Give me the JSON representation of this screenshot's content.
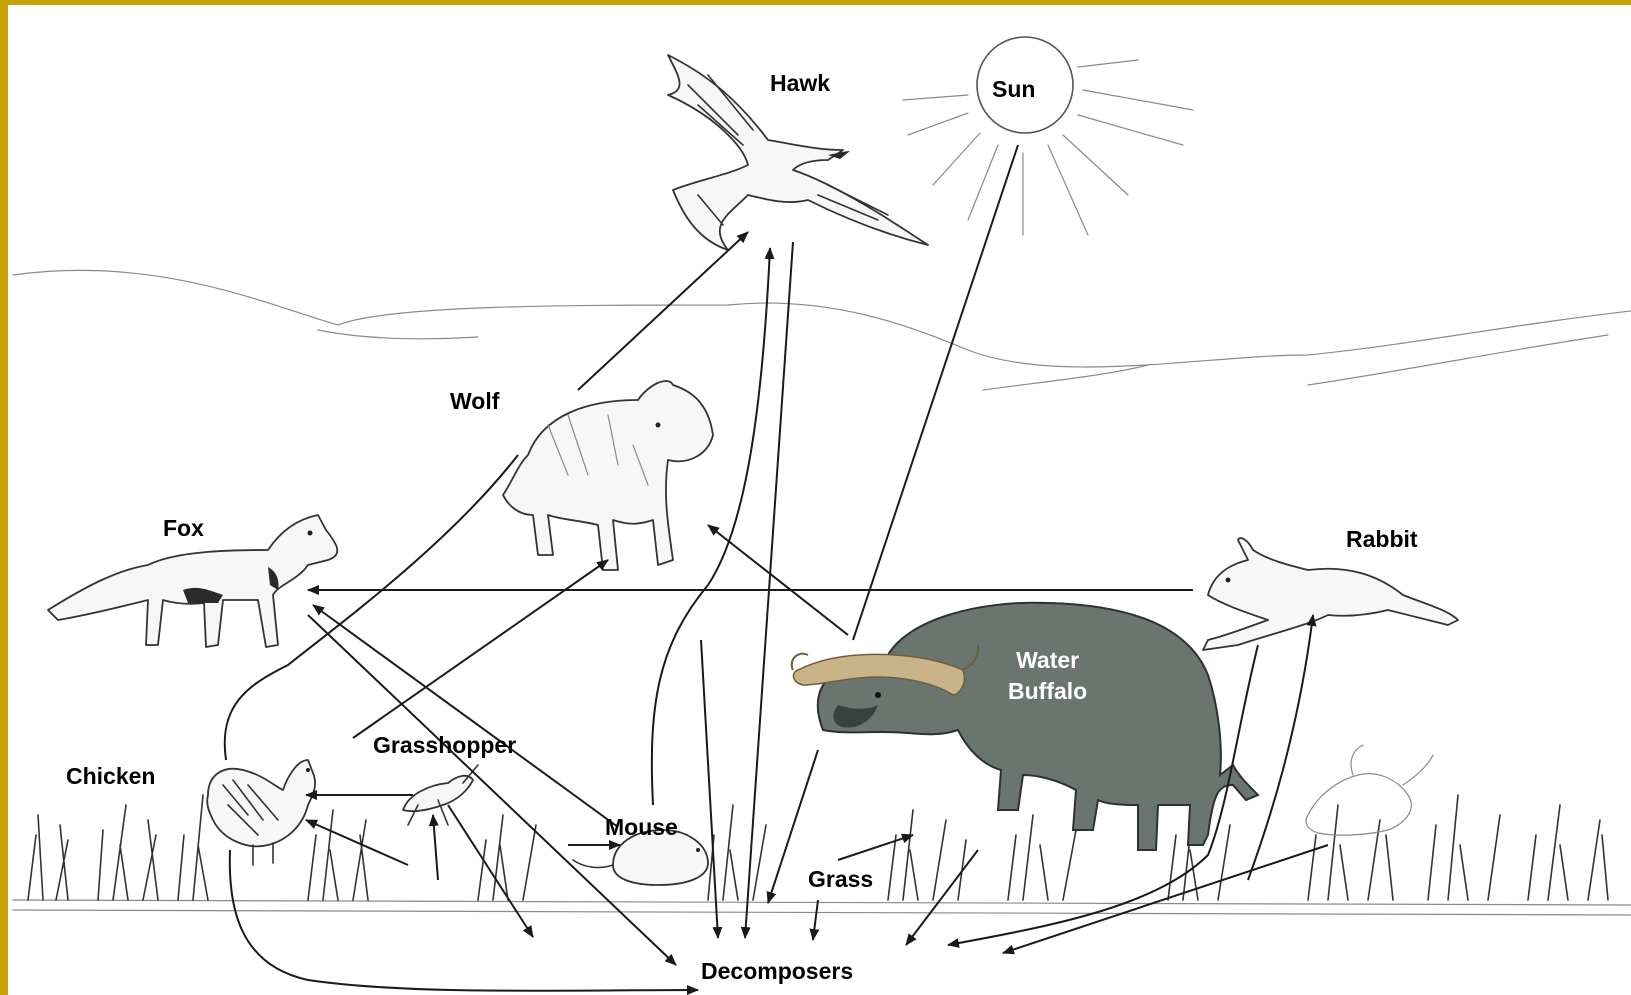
{
  "labels": {
    "hawk": "Hawk",
    "sun": "Sun",
    "wolf": "Wolf",
    "fox": "Fox",
    "rabbit": "Rabbit",
    "water_buffalo_line1": "Water",
    "water_buffalo_line2": "Buffalo",
    "grasshopper": "Grasshopper",
    "chicken": "Chicken",
    "mouse": "Mouse",
    "grass": "Grass",
    "decomposers": "Decomposers"
  },
  "colors": {
    "frame": "#c8a200",
    "buffalo_body": "#6b7570",
    "buffalo_horn": "#c9b48a",
    "arrow": "#1a1a1a",
    "label_on_buffalo": "#ffffff"
  }
}
